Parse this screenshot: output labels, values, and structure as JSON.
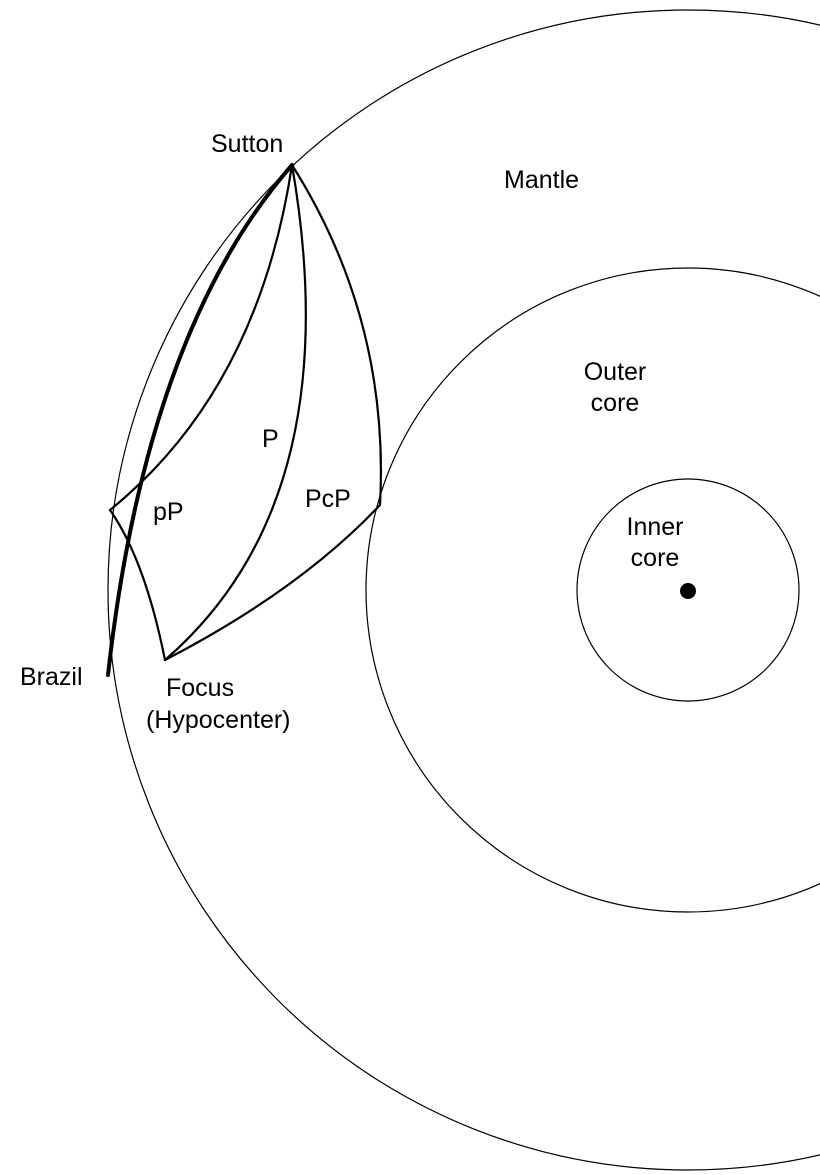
{
  "colors": {
    "background": "#ffffff",
    "line": "#000000"
  },
  "regions": {
    "mantle": "Mantle",
    "outer_core_line1": "Outer",
    "outer_core_line2": "core",
    "inner_core_line1": "Inner",
    "inner_core_line2": "core"
  },
  "locations": {
    "station": "Sutton",
    "epicenter_side": "Brazil",
    "focus_line1": "Focus",
    "focus_line2": "(Hypocenter)"
  },
  "rays": {
    "surface_reflection": "pP",
    "direct": "P",
    "core_reflection": "PcP"
  }
}
